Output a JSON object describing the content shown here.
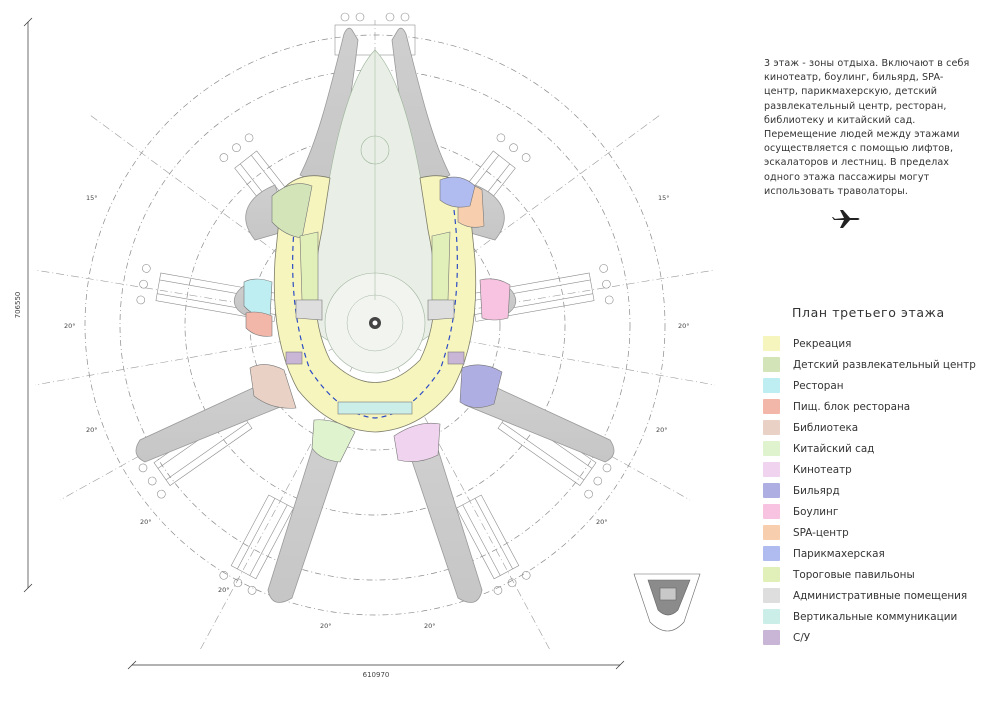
{
  "description": "3 этаж - зоны отдыха. Включают в себя кинотеатр, боулинг, бильярд, SPA-центр, парикмахерскую, детский развлекательный центр, ресторан, библиотеку и китайский сад. Перемещение людей между этажами осуществляется с помощью лифтов, эскалаторов и лестниц. В пределах одного этажа пассажиры могут использовать траволаторы.",
  "plane_icon": "airplane-icon",
  "legend": {
    "title": "План третьего этажа",
    "items": [
      {
        "label": "Рекреация",
        "color": "#f6f5be"
      },
      {
        "label": "Детский развлекательный центр",
        "color": "#d2e4b8"
      },
      {
        "label": "Ресторан",
        "color": "#bfeef2"
      },
      {
        "label": "Пищ. блок ресторана",
        "color": "#f3b7aa"
      },
      {
        "label": "Библиотека",
        "color": "#e9d2c5"
      },
      {
        "label": "Китайский сад",
        "color": "#dff3cf"
      },
      {
        "label": "Кинотеатр",
        "color": "#f0d3ee"
      },
      {
        "label": "Бильярд",
        "color": "#aeaee3"
      },
      {
        "label": "Боулинг",
        "color": "#f7c3e0"
      },
      {
        "label": "SPA-центр",
        "color": "#f7cfae"
      },
      {
        "label": "Парикмахерская",
        "color": "#b0bbf0"
      },
      {
        "label": "Тороговые павильоны",
        "color": "#e1f0b8"
      },
      {
        "label": "Административные помещения",
        "color": "#dededf"
      },
      {
        "label": "Вертикальные коммуникации",
        "color": "#cbeee9"
      },
      {
        "label": "С/У",
        "color": "#c9b6d6"
      }
    ]
  },
  "dimensions": {
    "width": "610970",
    "height": "706550",
    "angles": [
      "15°",
      "15°",
      "20°",
      "20°",
      "20°",
      "20°",
      "20°",
      "20°",
      "20°",
      "20°",
      "20°"
    ]
  }
}
